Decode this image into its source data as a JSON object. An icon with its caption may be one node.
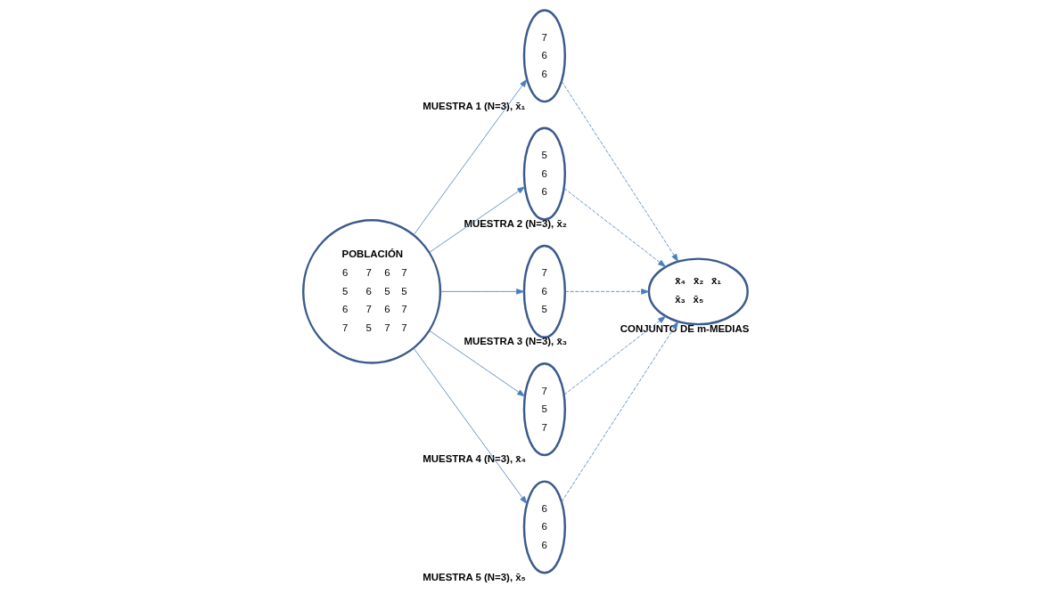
{
  "diagram": {
    "nodes": [
      {
        "text": [
          "POBLACIÓN",
          "6",
          "7",
          "6",
          "7",
          "5",
          "6",
          "5",
          "5",
          "6",
          "7",
          "6",
          "7",
          "7",
          "5",
          "7",
          "7"
        ]
      },
      {
        "text": [
          "7",
          "6",
          "6"
        ],
        "beside": [
          "MUESTRA 1 (N=3), x̄₁"
        ]
      },
      {
        "text": [
          "5",
          "6",
          "6"
        ],
        "beside": [
          "MUESTRA 2 (N=3), x̄₂"
        ]
      },
      {
        "text": [
          "7",
          "6",
          "5"
        ],
        "beside": [
          "MUESTRA 3 (N=3), x̄₃"
        ]
      },
      {
        "text": [
          "7",
          "5",
          "7"
        ],
        "beside": [
          "MUESTRA 4 (N=3), x̄₄"
        ]
      },
      {
        "text": [
          "6",
          "6",
          "6"
        ],
        "beside": [
          "MUESTRA 5 (N=3), x̄₅"
        ]
      },
      {
        "text": [
          "x̄₄",
          "x̄₂",
          "x̄₁",
          "x̄₃",
          "x̄₅"
        ],
        "beside": [
          "CONJUNTO DE m-MEDIAS"
        ]
      }
    ],
    "edges": [
      {
        "from": 0,
        "to": 1,
        "arrow": "to"
      },
      {
        "from": 0,
        "to": 2,
        "arrow": "to"
      },
      {
        "from": 0,
        "to": 3,
        "arrow": "to"
      },
      {
        "from": 0,
        "to": 4,
        "arrow": "to"
      },
      {
        "from": 0,
        "to": 5,
        "arrow": "to"
      },
      {
        "from": 1,
        "to": 6,
        "arrow": "to",
        "style": "dashed"
      },
      {
        "from": 2,
        "to": 6,
        "arrow": "to",
        "style": "dashed"
      },
      {
        "from": 3,
        "to": 6,
        "arrow": "to",
        "style": "dashed"
      },
      {
        "from": 4,
        "to": 6,
        "arrow": "to",
        "style": "dashed"
      },
      {
        "from": 5,
        "to": 6,
        "arrow": "to",
        "style": "dashed"
      }
    ]
  }
}
